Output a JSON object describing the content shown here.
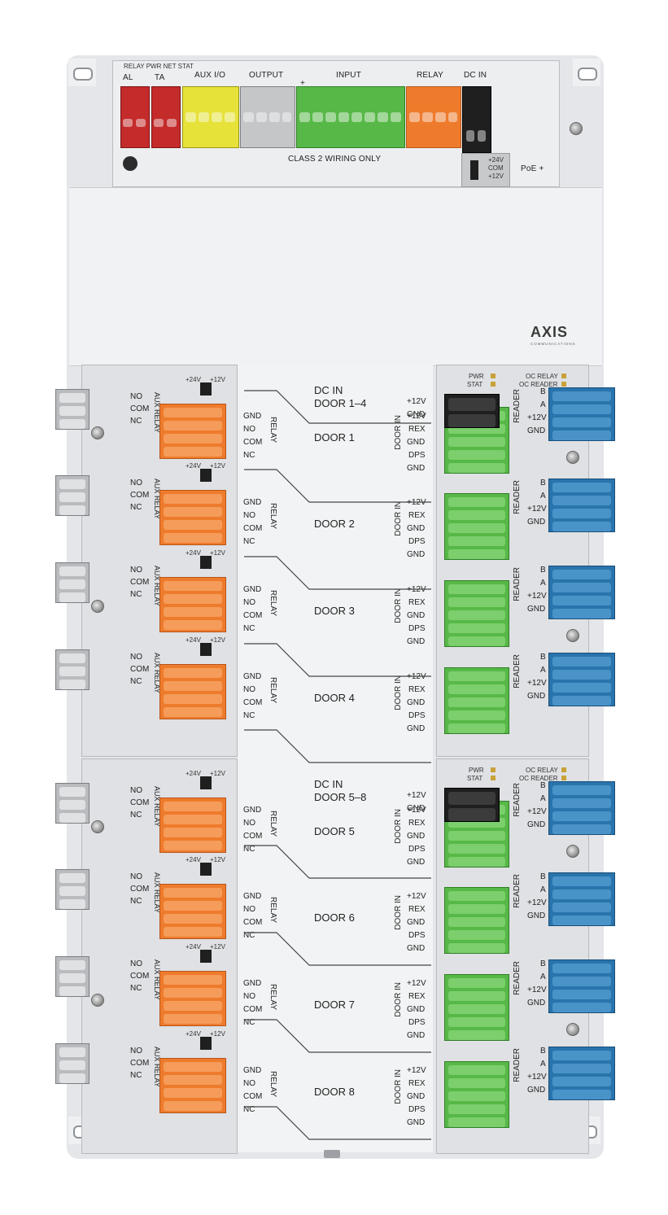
{
  "top_header": {
    "relay_pwr_net_stat": "RELAY PWR NET STAT",
    "al": "AL",
    "ta": "TA",
    "aux_io": "AUX I/O",
    "output": "OUTPUT",
    "input": "INPUT",
    "relay": "RELAY",
    "dc_in": "DC IN",
    "plus": "+",
    "class2": "CLASS 2 WIRING ONLY",
    "poe": "PoE +",
    "v24": "+24V",
    "com": "COM",
    "v12": "+12V"
  },
  "brand": {
    "logo": "AXIS",
    "sub": "COMMUNICATIONS"
  },
  "labels": {
    "no": "NO",
    "com": "COM",
    "nc": "NC",
    "gnd": "GND",
    "relay": "RELAY",
    "aux_relay": "AUX RELAY",
    "v24": "+24V",
    "v12": "+12V",
    "door_in": "DOOR IN",
    "rex": "REX",
    "dps": "DPS",
    "reader": "READER",
    "b": "B",
    "a": "A",
    "pwr": "PWR",
    "stat": "STAT",
    "oc_relay": "OC RELAY",
    "oc_reader": "OC READER"
  },
  "dc_blocks": [
    {
      "line1": "DC IN",
      "line2": "DOOR 1–4"
    },
    {
      "line1": "DC IN",
      "line2": "DOOR 5–8"
    }
  ],
  "doors": [
    {
      "name": "DOOR 1"
    },
    {
      "name": "DOOR 2"
    },
    {
      "name": "DOOR 3"
    },
    {
      "name": "DOOR 4"
    },
    {
      "name": "DOOR 5"
    },
    {
      "name": "DOOR 6"
    },
    {
      "name": "DOOR 7"
    },
    {
      "name": "DOOR 8"
    }
  ],
  "colors": {
    "gray": "#b9bbbe",
    "orange": "#ee7b2c",
    "green": "#57b847",
    "blue": "#2a74ad",
    "red": "#c42b2b",
    "yellow": "#e6e23a",
    "black": "#1f1f1f"
  }
}
